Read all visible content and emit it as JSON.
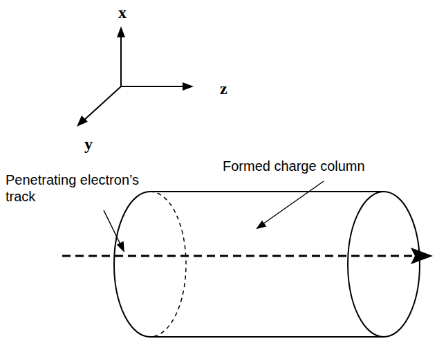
{
  "diagram": {
    "labels": [
      "x",
      "z",
      "y",
      "Penetrating electron’s track",
      "Formed charge column"
    ]
  }
}
